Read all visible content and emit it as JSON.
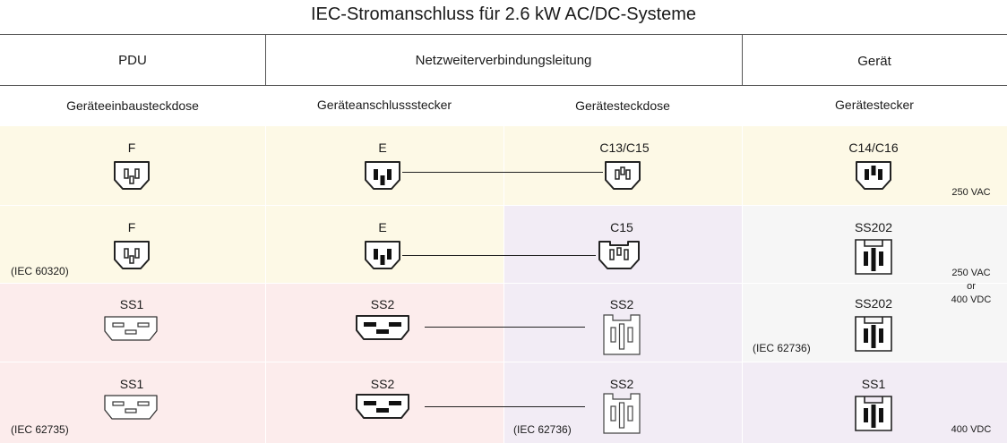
{
  "title": "IEC-Stromanschluss für 2.6 kW AC/DC-Systeme",
  "headers": {
    "pdu": "PDU",
    "cable": "Netzweiterverbindungsleitung",
    "device": "Gerät"
  },
  "subheaders": {
    "pdu": "Geräteeinbausteckdose",
    "cable_plug": "Geräteanschlussstecker",
    "cable_socket": "Gerätesteckdose",
    "device": "Gerätestecker"
  },
  "rows": [
    {
      "pdu": "F",
      "plug": "E",
      "socket": "C13/C15",
      "device": "C14/C16"
    },
    {
      "pdu": "F",
      "plug": "E",
      "socket": "C15",
      "device": "SS202"
    },
    {
      "pdu": "SS1",
      "plug": "SS2",
      "socket": "SS2",
      "device": "SS202"
    },
    {
      "pdu": "SS1",
      "plug": "SS2",
      "socket": "SS2",
      "device": "SS1"
    }
  ],
  "standards": {
    "iec60320": "(IEC 60320)",
    "iec62735": "(IEC 62735)",
    "iec62736_socket": "(IEC 62736)",
    "iec62736_device": "(IEC 62736)"
  },
  "voltages": {
    "v1": "250 VAC",
    "v2a": "250 VAC",
    "v2b": "or",
    "v2c": "400 VDC",
    "v3": "400 VDC"
  },
  "colors": {
    "yellow": "#fdf9e6",
    "pink": "#fcecec",
    "lavender": "#f2ecf5",
    "grey": "#f6f6f6"
  }
}
